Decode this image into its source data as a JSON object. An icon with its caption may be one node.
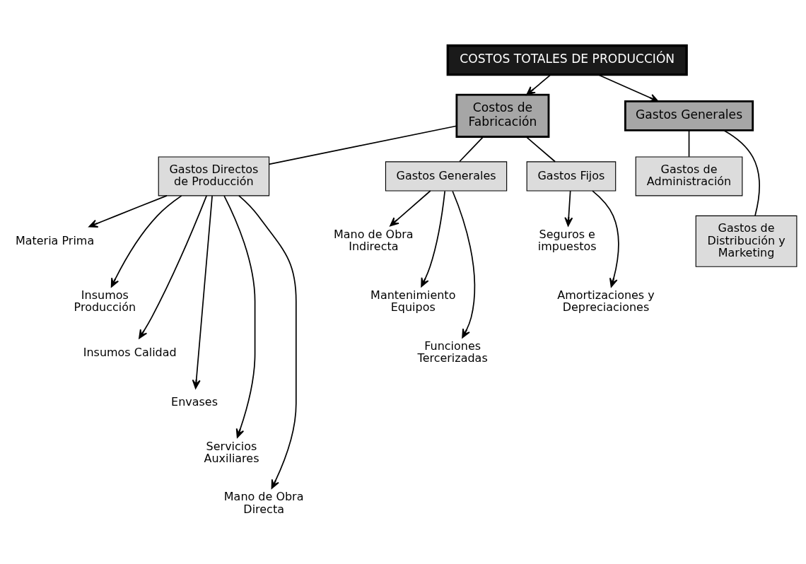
{
  "diagram": {
    "nodes": [
      {
        "text": [
          "COSTOS TOTALES DE PRODUCCIÓN"
        ]
      },
      {
        "text": [
          "Costos de Fabricación"
        ]
      },
      {
        "text": [
          "Gastos Generales"
        ]
      },
      {
        "text": [
          "Gastos Directos de Producción"
        ]
      },
      {
        "text": [
          "Gastos Generales"
        ]
      },
      {
        "text": [
          "Gastos Fijos"
        ]
      },
      {
        "text": [
          "Gastos de Administración"
        ]
      },
      {
        "text": [
          "Gastos de Distribución y Marketing"
        ]
      },
      {
        "text": [
          "Materia Prima"
        ]
      },
      {
        "text": [
          "Insumos Producción"
        ]
      },
      {
        "text": [
          "Insumos Calidad"
        ]
      },
      {
        "text": [
          "Envases"
        ]
      },
      {
        "text": [
          "Servicios Auxiliares"
        ]
      },
      {
        "text": [
          "Mano de Obra Directa"
        ]
      },
      {
        "text": [
          "Mano de Obra Indirecta"
        ]
      },
      {
        "text": [
          "Mantenimiento Equipos"
        ]
      },
      {
        "text": [
          "Funciones Tercerizadas"
        ]
      },
      {
        "text": [
          "Seguros e impuestos"
        ]
      },
      {
        "text": [
          "Amortizaciones y Depreciaciones"
        ]
      }
    ],
    "edges": [
      {
        "from": 0,
        "to": 1,
        "arrow": "to"
      },
      {
        "from": 0,
        "to": 2,
        "arrow": "to"
      },
      {
        "from": 1,
        "to": 3,
        "arrow": "none"
      },
      {
        "from": 1,
        "to": 4,
        "arrow": "none"
      },
      {
        "from": 1,
        "to": 5,
        "arrow": "none"
      },
      {
        "from": 2,
        "to": 6,
        "arrow": "none"
      },
      {
        "from": 2,
        "to": 7,
        "arrow": "none"
      },
      {
        "from": 3,
        "to": 8,
        "arrow": "to"
      },
      {
        "from": 3,
        "to": 9,
        "arrow": "to"
      },
      {
        "from": 3,
        "to": 10,
        "arrow": "to"
      },
      {
        "from": 3,
        "to": 11,
        "arrow": "to"
      },
      {
        "from": 3,
        "to": 12,
        "arrow": "to"
      },
      {
        "from": 3,
        "to": 13,
        "arrow": "to"
      },
      {
        "from": 4,
        "to": 14,
        "arrow": "to"
      },
      {
        "from": 4,
        "to": 15,
        "arrow": "to"
      },
      {
        "from": 4,
        "to": 16,
        "arrow": "to"
      },
      {
        "from": 5,
        "to": 17,
        "arrow": "to"
      },
      {
        "from": 5,
        "to": 18,
        "arrow": "to"
      }
    ]
  }
}
